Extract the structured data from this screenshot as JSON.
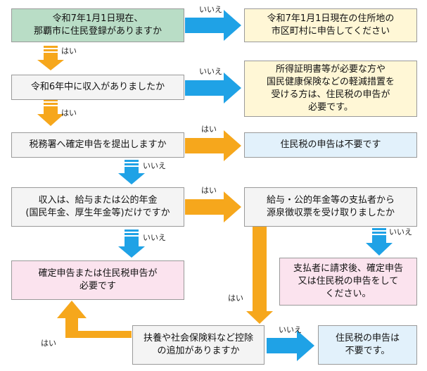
{
  "boxes": {
    "q_registered": "令和7年1月1日現在、\n那覇市に住民登録がありますか",
    "r_other_city": "令和7年1月1日現在の住所地の\n市区町村に申告してください",
    "q_income": "令和6年中に収入がありましたか",
    "r_certificate": "所得証明書等が必要な方や\n国民健康保険などの軽減措置を\n受ける方は、住民税の申告が\n必要です。",
    "q_tax_office": "税務署へ確定申告を提出しますか",
    "r_not_needed_1": "住民税の申告は不要です",
    "q_salary_pension": "収入は、給与または公的年金\n(国民年金、厚生年金等)だけですか",
    "q_withholding": "給与・公的年金等の支払者から\n源泉徴収票を受け取りましたか",
    "r_needed": "確定申告または住民税申告が\n必要です",
    "r_ask_payer": "支払者に請求後、確定申告\n又は住民税の申告をして\nください。",
    "q_deduction": "扶養や社会保険料など控除\nの追加がありますか",
    "r_not_needed_2": "住民税の申告は\n不要です。"
  },
  "labels": {
    "no_1": "いいえ",
    "yes_1": "はい",
    "no_2": "いいえ",
    "yes_2": "はい",
    "yes_3": "はい",
    "no_3": "いいえ",
    "yes_4": "はい",
    "no_4": "いいえ",
    "no_5": "いいえ",
    "yes_5": "はい",
    "no_6": "いいえ",
    "yes_6": "はい"
  },
  "colors": {
    "arrow_blue": "#1fa2e6",
    "arrow_orange": "#f6a71c"
  }
}
